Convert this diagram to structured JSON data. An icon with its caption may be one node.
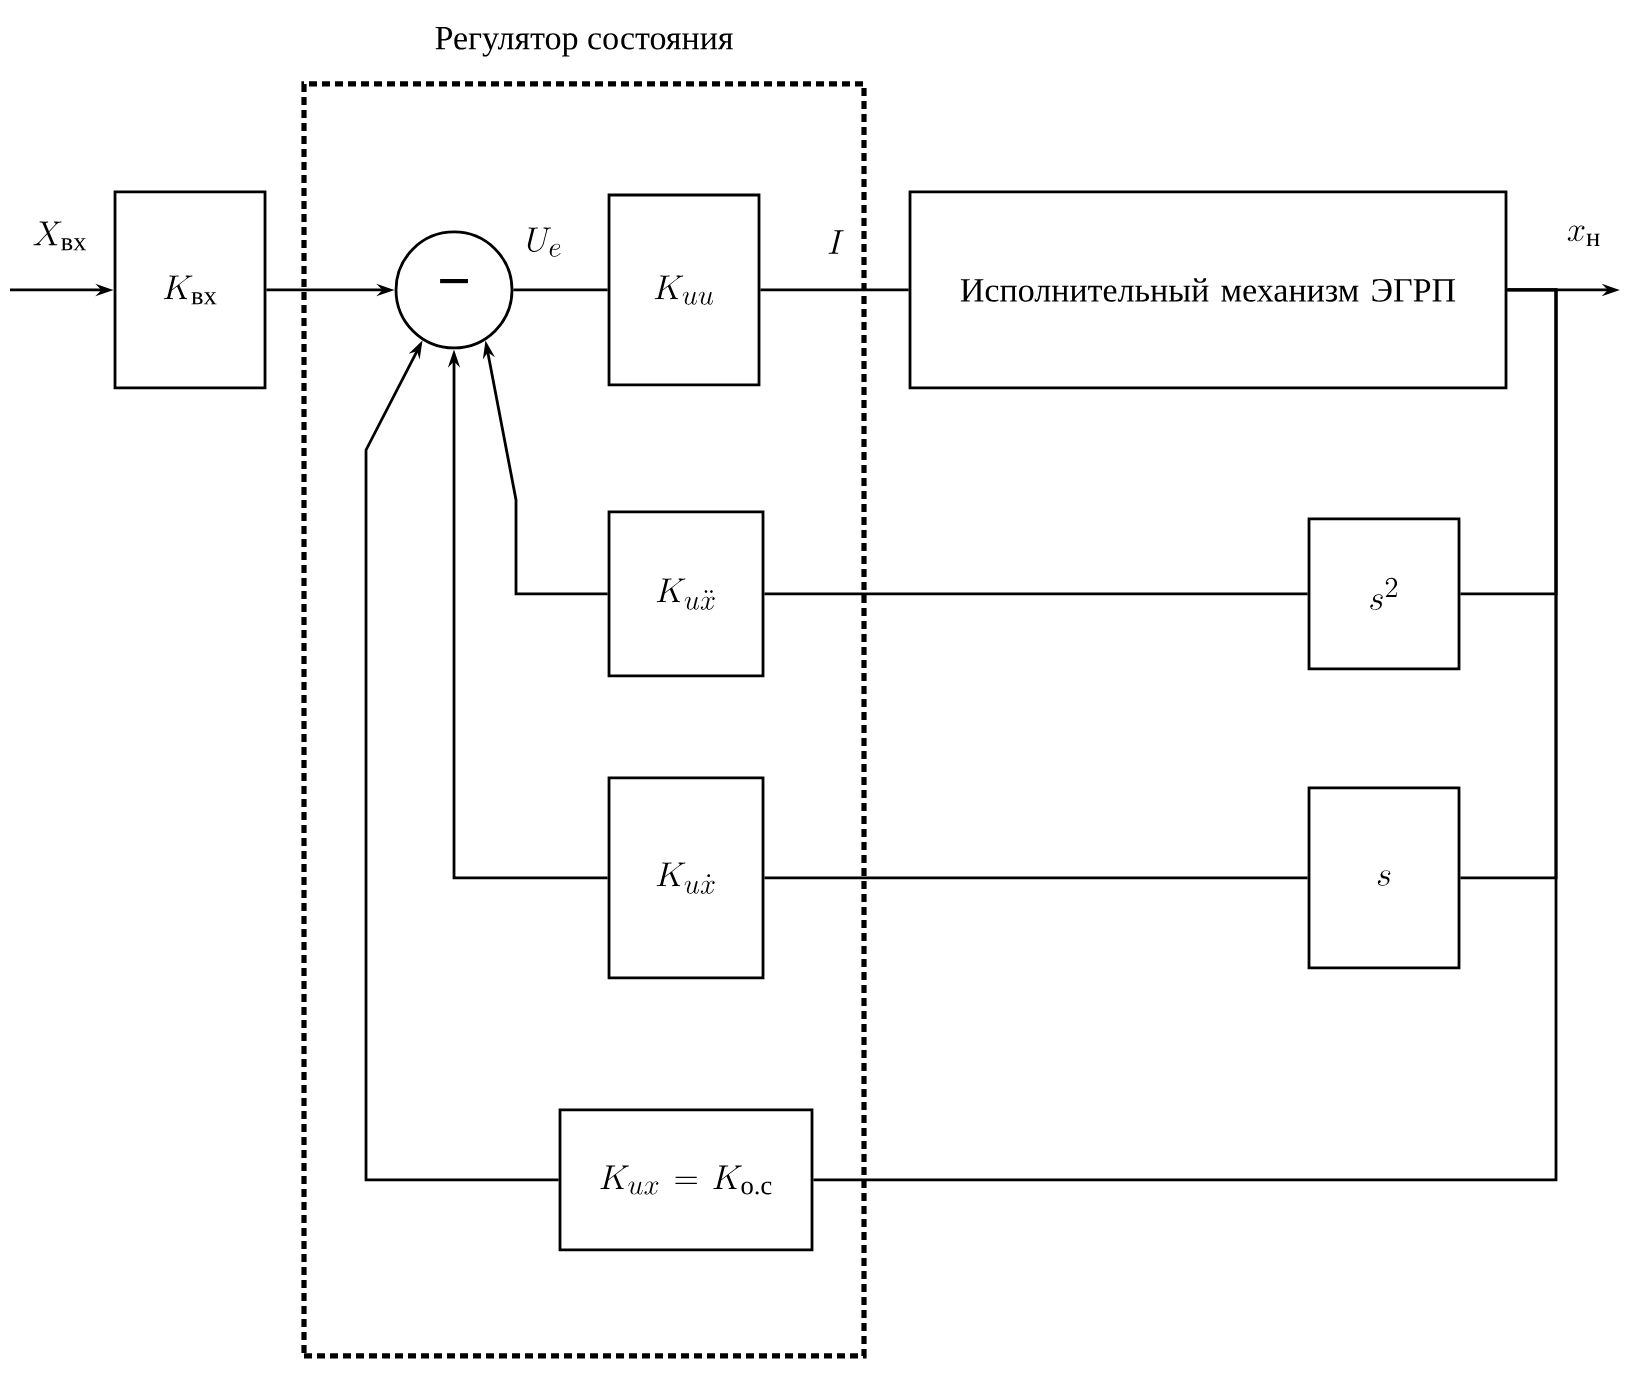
{
  "diagram": {
    "nodes": [
      {
        "text": [
          "Регулятор состояния"
        ]
      },
      {
        "text": [
          "K_{\\text{вх}}"
        ]
      },
      {
        "text": [
          "−"
        ],
        "in": 0
      },
      {
        "text": [
          "K_{uu}"
        ],
        "in": 0
      },
      {
        "text": [
          "Исполнительный механизм ЭГРП"
        ]
      },
      {
        "text": [
          "K_{u\\ddot{x}}"
        ],
        "in": 0
      },
      {
        "text": [
          "s^{2}"
        ]
      },
      {
        "text": [
          "K_{u\\dot{x}}"
        ],
        "in": 0
      },
      {
        "text": [
          "s"
        ]
      },
      {
        "text": [
          "K_{ux} = K_{\\text{о.с}}"
        ],
        "in": 0
      }
    ],
    "edges": [
      {
        "from": null,
        "to": 1,
        "arrow": "to",
        "label": "X_{\\text{вх}}"
      },
      {
        "from": 1,
        "to": 2,
        "arrow": "to"
      },
      {
        "from": 2,
        "to": 3,
        "arrow": "none",
        "label": "U_{e}"
      },
      {
        "from": 3,
        "to": 4,
        "arrow": "none",
        "label": "I"
      },
      {
        "from": 4,
        "to": null,
        "arrow": "to",
        "label": "x_{\\text{н}}"
      },
      {
        "from": 4,
        "to": 6,
        "arrow": "none"
      },
      {
        "from": 4,
        "to": 8,
        "arrow": "none"
      },
      {
        "from": 4,
        "to": 9,
        "arrow": "none"
      },
      {
        "from": 6,
        "to": 5,
        "arrow": "none"
      },
      {
        "from": 5,
        "to": 2,
        "arrow": "to"
      },
      {
        "from": 8,
        "to": 7,
        "arrow": "none"
      },
      {
        "from": 7,
        "to": 2,
        "arrow": "to"
      },
      {
        "from": 9,
        "to": 2,
        "arrow": "to"
      }
    ]
  }
}
